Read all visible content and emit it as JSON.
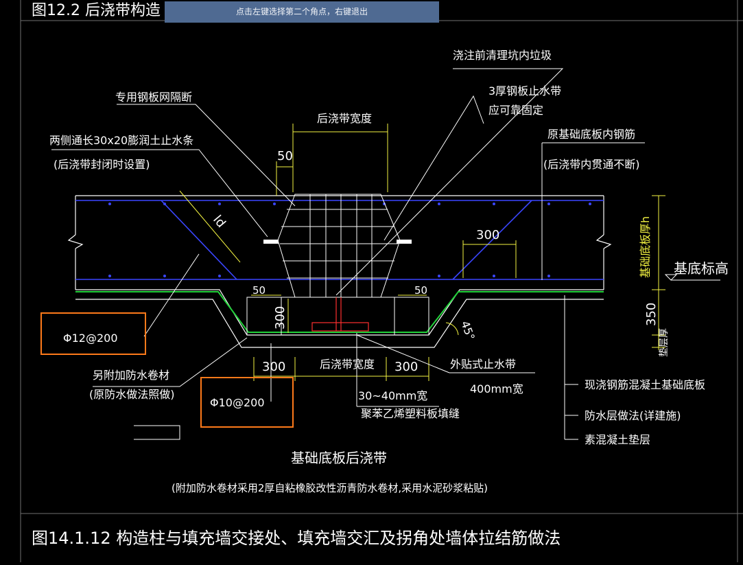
{
  "status_tip": "点击左键选择第二个角点，右键退出",
  "top_partial_title": "图12.2  后浇带构造",
  "bottom_title": "图14.1.12  构造柱与填充墙交接处、填充墙交汇及拐角处墙体拉结筋做法",
  "main_title": "基础底板后浇带",
  "main_note": "(附加防水卷材采用2厚自粘橡胶改性沥青防水卷材,采用水泥砂浆粘贴)",
  "labels": {
    "clean_pit": "浇注前清理坑内垃圾",
    "steel_mesh": "专用钢板网隔断",
    "steel_stop_1": "3厚钢板止水带",
    "steel_stop_2": "应可靠固定",
    "swell_strip_1": "两侧通长30x20膨润土止水条",
    "swell_strip_2": "(后浇带封闭时设置)",
    "orig_rebar_1": "原基础底板内钢筋",
    "orig_rebar_2": "(后浇带内贯通不断)",
    "width_top": "后浇带宽度",
    "width_bottom": "后浇带宽度",
    "thickness": "基础底板厚h",
    "base_elev": "基底标高",
    "cushion": "垫层厚",
    "extra_membrane_1": "另附加防水卷材",
    "extra_membrane_2": "(原防水做法照做)",
    "ext_stop_1": "外贴式止水带",
    "ext_stop_2": "400mm宽",
    "gap_1": "30~40mm宽",
    "gap_2": "聚苯乙烯塑料板填缝",
    "cast_slab": "现浇钢筋混凝土基础底板",
    "waterproof": "防水层做法(详建施)",
    "plain_concrete": "素混凝土垫层",
    "rebar_12": "Φ12@200",
    "rebar_10": "Φ10@200"
  },
  "dims": {
    "d50_top": "50",
    "ld": "ld",
    "d300_right": "300",
    "d50_left": "50",
    "d50_right": "50",
    "d300_mid": "300",
    "d350": "350",
    "d300_b1": "300",
    "d300_b2": "300",
    "angle": "45°"
  },
  "colors": {
    "bg": "#000000",
    "white": "#ffffff",
    "blue": "#3a46ff",
    "green": "#22d13a",
    "yellow": "#f5f542",
    "red": "#ff3030",
    "orange": "#ff7a1a",
    "tip_bg": "#4f6a92"
  }
}
